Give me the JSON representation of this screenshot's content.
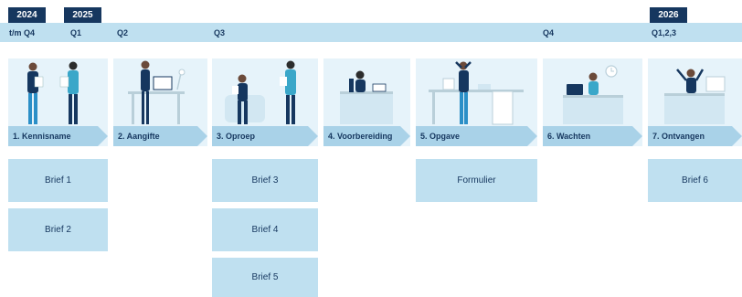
{
  "colors": {
    "navy": "#16375f",
    "light_band": "#bfe0f0",
    "panel": "#e6f3fa",
    "chevron": "#a9d2e8",
    "accent": "#2b8fc7"
  },
  "years": [
    "2024",
    "2025",
    "2026"
  ],
  "quarters": [
    "t/m Q4",
    "Q1",
    "Q2",
    "Q3",
    "Q4",
    "Q1,2,3"
  ],
  "steps": [
    "1. Kennisname",
    "2. Aangifte",
    "3. Oproep",
    "4. Voorbereiding",
    "5. Opgave",
    "6. Wachten",
    "7. Ontvangen"
  ],
  "documents": {
    "kennisname": [
      "Brief 1",
      "Brief 2"
    ],
    "oproep": [
      "Brief 3",
      "Brief 4",
      "Brief 5"
    ],
    "opgave": [
      "Formulier"
    ],
    "ontvangen": [
      "Brief 6"
    ]
  }
}
